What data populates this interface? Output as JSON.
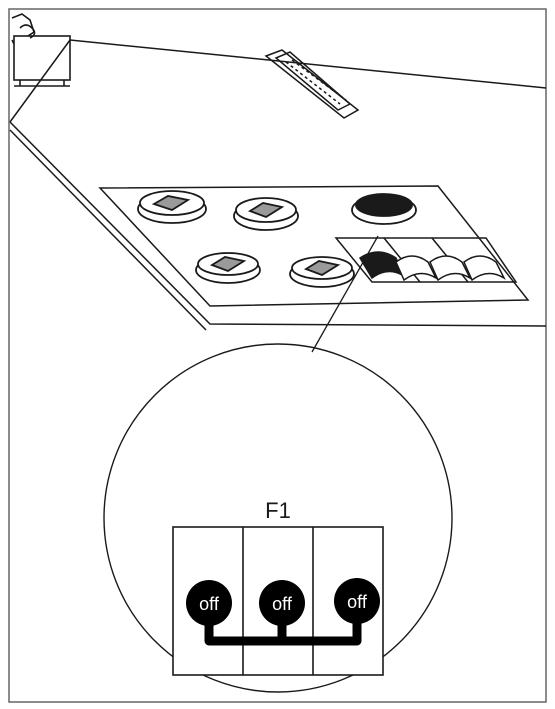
{
  "diagram": {
    "fuse_block_label": "F1",
    "switches": [
      {
        "label": "off"
      },
      {
        "label": "off"
      },
      {
        "label": "off"
      }
    ]
  },
  "colors": {
    "line": "#1a1a1a",
    "knob_fill": "#ffffff",
    "fuse_fill": "#000000",
    "fuse_text": "#ffffff"
  }
}
